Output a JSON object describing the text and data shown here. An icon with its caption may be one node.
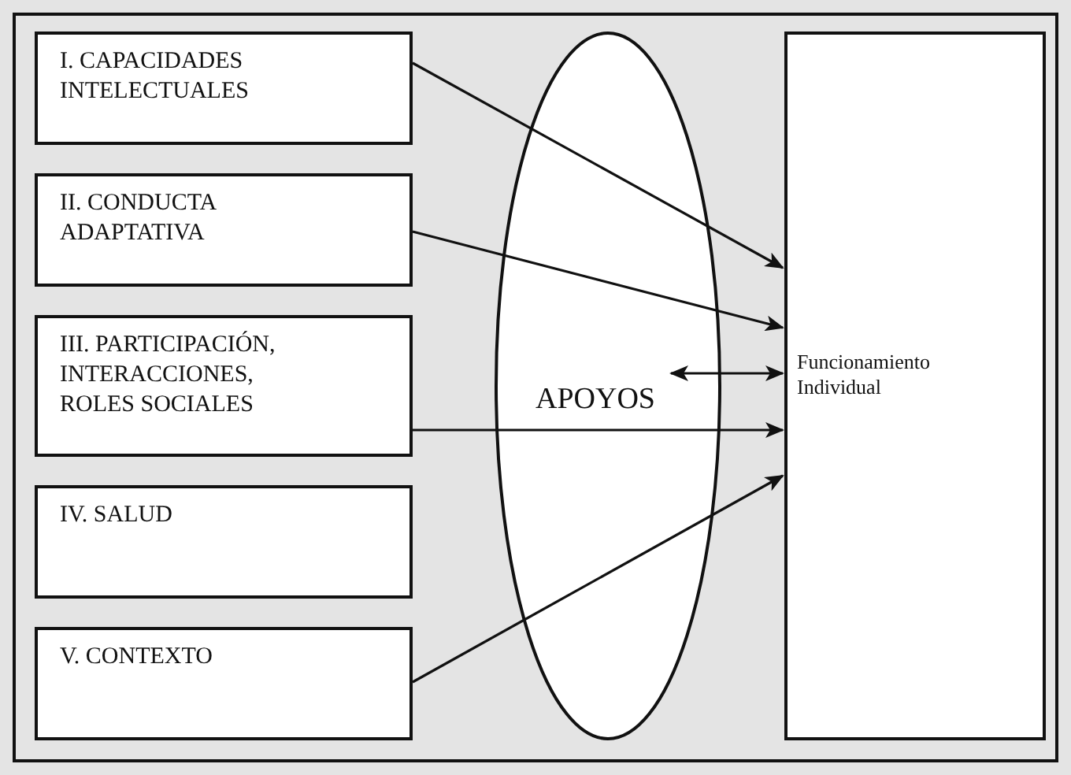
{
  "diagram": {
    "nodes": [
      {
        "text": [
          "I. CAPACIDADES INTELECTUALES"
        ]
      },
      {
        "text": [
          "II. CONDUCTA ADAPTATIVA"
        ]
      },
      {
        "text": [
          "III. PARTICIPACIÓN, INTERACCIONES, ROLES SOCIALES"
        ]
      },
      {
        "text": [
          "IV. SALUD"
        ]
      },
      {
        "text": [
          "V. CONTEXTO"
        ]
      },
      {
        "text": [
          "APOYOS"
        ]
      },
      {
        "text": [
          "Funcionamiento Individual"
        ]
      }
    ],
    "edges": [
      {
        "from": 0,
        "to": 6,
        "arrow": "to"
      },
      {
        "from": 1,
        "to": 6,
        "arrow": "to"
      },
      {
        "from": 5,
        "to": 6,
        "arrow": "both"
      },
      {
        "from": 2,
        "to": 6,
        "arrow": "to"
      },
      {
        "from": 4,
        "to": 6,
        "arrow": "to"
      }
    ]
  }
}
